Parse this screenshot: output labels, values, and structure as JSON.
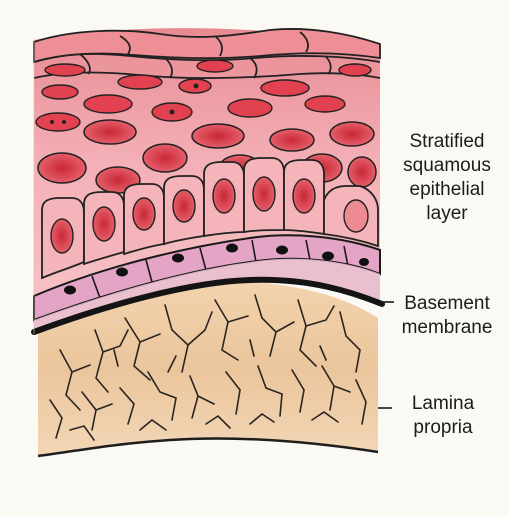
{
  "labels": {
    "epithelium": [
      "Stratified",
      "squamous",
      "epithelial",
      "layer"
    ],
    "basement_membrane": [
      "Basement",
      "membrane"
    ],
    "lamina_propria": [
      "Lamina",
      "propria"
    ]
  },
  "colors": {
    "surface_pink": "#e9888f",
    "epithelium_pink": "#f0a9ae",
    "nucleus_red": "#d63a48",
    "basal_cell_mauve": "#e3a4c5",
    "basement_membrane": "#1a1a1a",
    "lamina_propria": "#e9c29a",
    "fiber_ink": "#2a2520",
    "outline_ink": "#222222",
    "background": "#fbf9f4"
  }
}
